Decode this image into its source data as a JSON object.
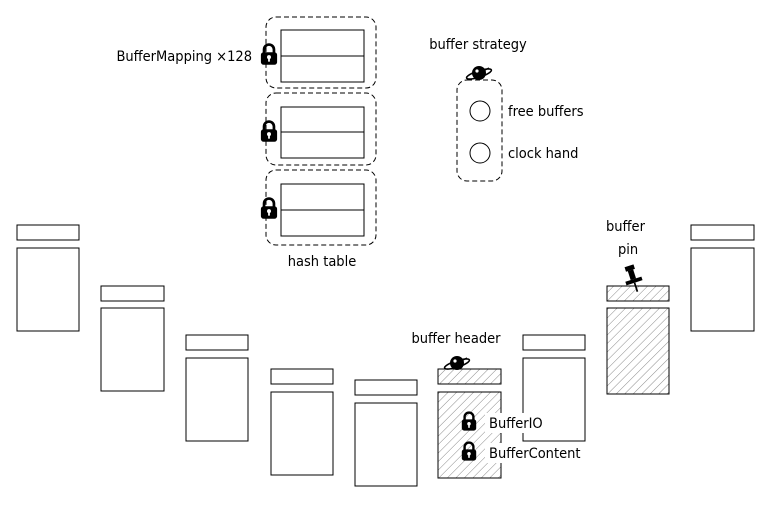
{
  "labels": {
    "buffer_mapping": "BufferMapping ×128",
    "hash_table": "hash table",
    "buffer_strategy": "buffer strategy",
    "free_buffers": "free buffers",
    "clock_hand": "clock hand",
    "buffer_pin_line1": "buffer",
    "buffer_pin_line2": "pin",
    "buffer_header": "buffer header",
    "buffer_io": "BufferIO",
    "buffer_content": "BufferContent"
  },
  "icons": {
    "lock": "padlock-icon",
    "spinlock": "spinlock-icon",
    "pin": "pushpin-icon"
  },
  "colors": {
    "stroke": "#000000",
    "hatch": "#8a8a8a",
    "background": "#ffffff"
  }
}
